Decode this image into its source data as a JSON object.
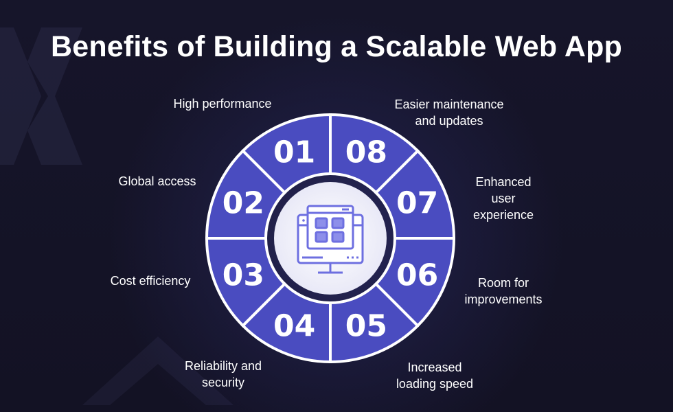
{
  "title": "Benefits of Building a Scalable Web App",
  "colors": {
    "background": "#141323",
    "segment": "#4a4cc0",
    "segment_edge": "#ffffff",
    "center": "#ffffff",
    "icon": "#6d6fe0",
    "text": "#ffffff"
  },
  "center_icon": "web-app-monitor-icon",
  "segments": [
    {
      "number": "01",
      "label": "High performance"
    },
    {
      "number": "02",
      "label": "Global access"
    },
    {
      "number": "03",
      "label": "Cost efficiency"
    },
    {
      "number": "04",
      "label": "Reliability and security"
    },
    {
      "number": "05",
      "label": "Increased loading speed"
    },
    {
      "number": "06",
      "label": "Room for improvements"
    },
    {
      "number": "07",
      "label": "Enhanced user experience"
    },
    {
      "number": "08",
      "label": "Easier maintenance and updates"
    }
  ],
  "labels": {
    "s1": [
      "High performance"
    ],
    "s2": [
      "Global access"
    ],
    "s3": [
      "Cost efficiency"
    ],
    "s4": [
      "Reliability and",
      "security"
    ],
    "s5": [
      "Increased",
      "loading speed"
    ],
    "s6": [
      "Room for",
      "improvements"
    ],
    "s7": [
      "Enhanced",
      "user",
      "experience"
    ],
    "s8": [
      "Easier maintenance",
      "and updates"
    ]
  }
}
